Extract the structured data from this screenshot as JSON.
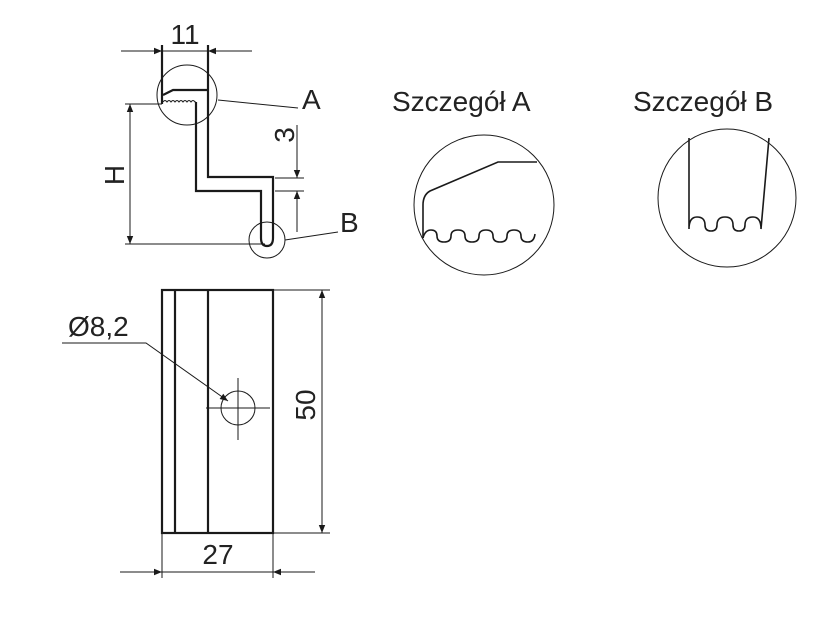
{
  "labels": {
    "dim_width_top": "11",
    "dim_height": "H",
    "dim_step": "3",
    "detail_a_marker": "A",
    "detail_b_marker": "B",
    "detail_a_title": "Szczegół A",
    "detail_b_title": "Szczegół B",
    "hole_diameter": "Ø8,2",
    "dim_length": "50",
    "dim_width_bottom": "27"
  }
}
